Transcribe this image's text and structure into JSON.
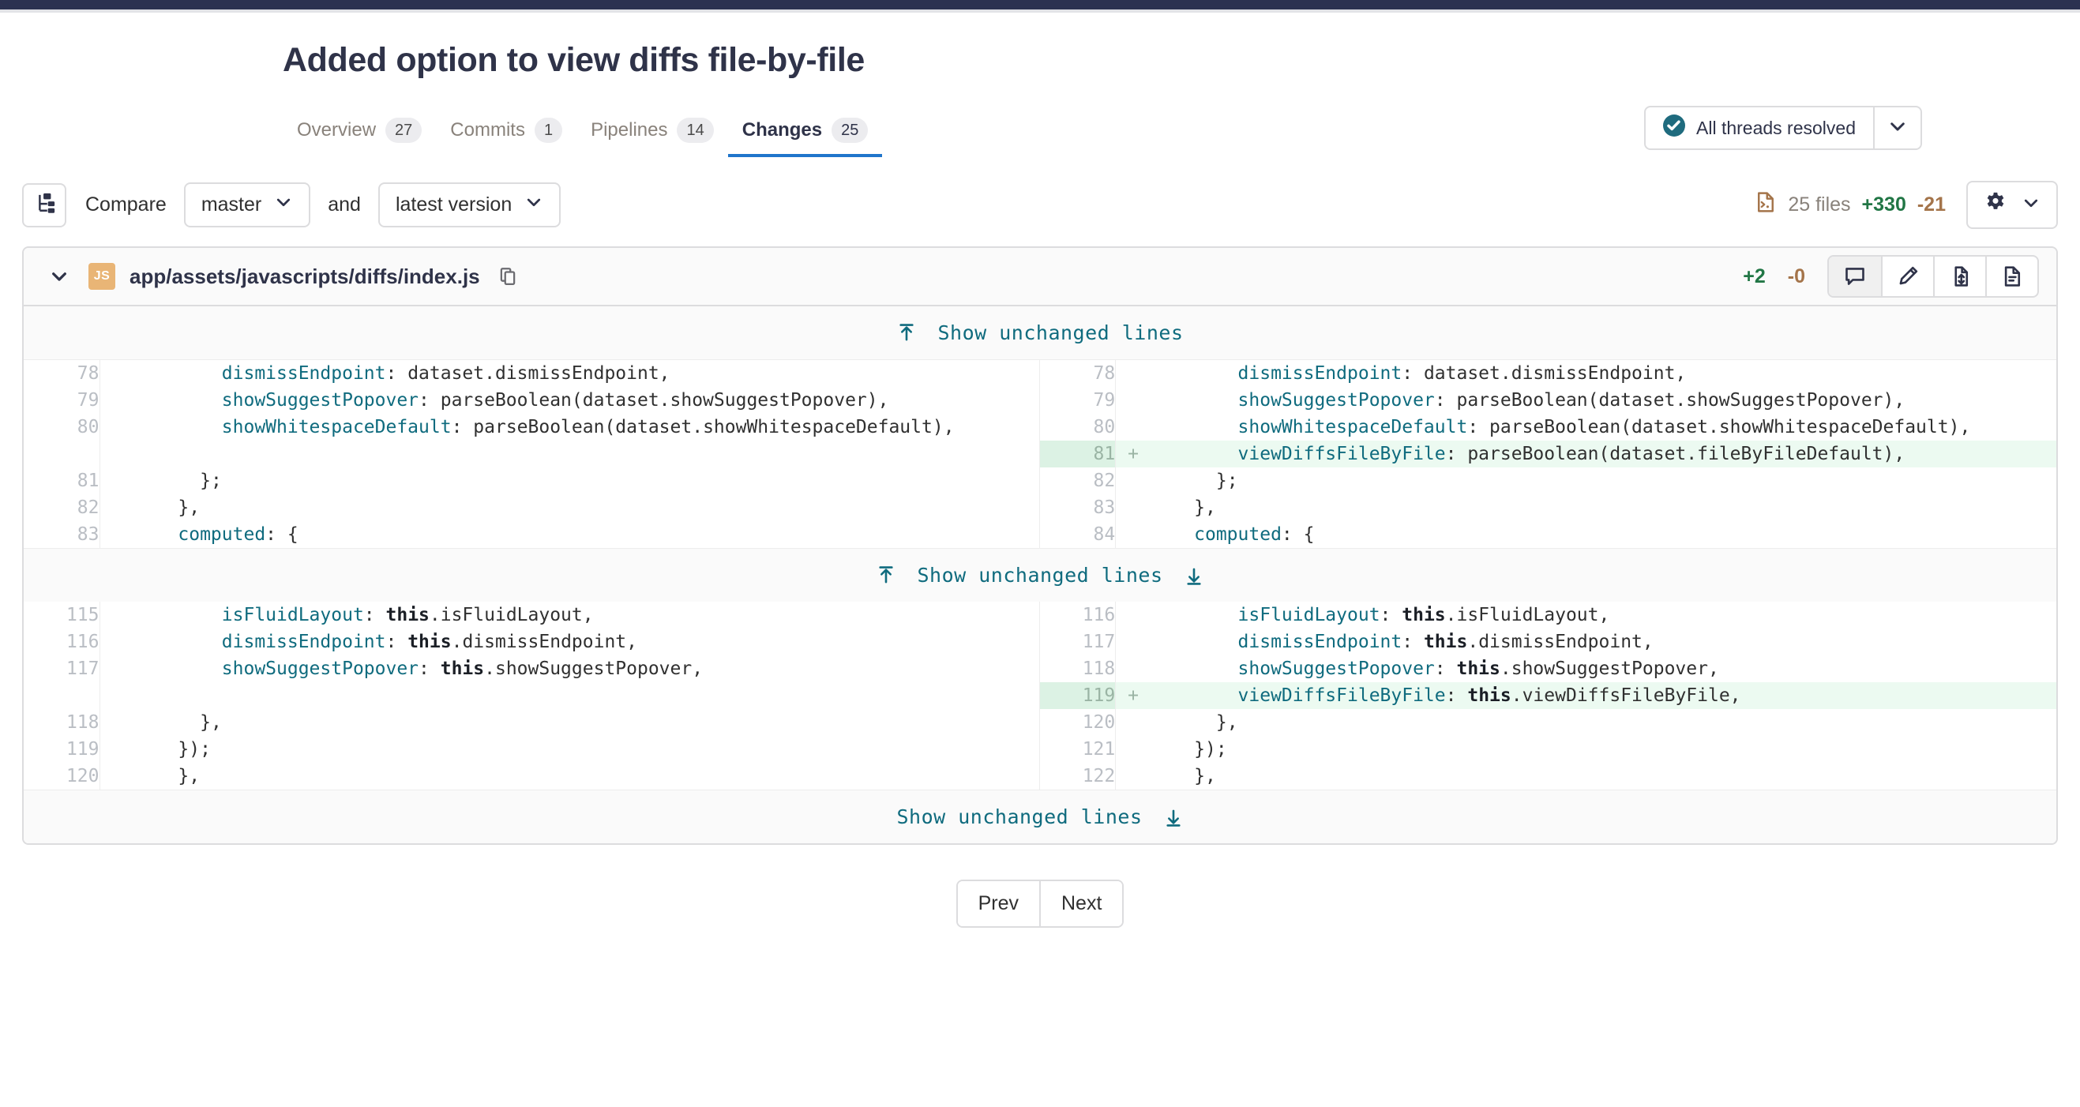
{
  "theme": {
    "navbar_bg": "#2b3150",
    "accent": "#1f75cb",
    "added_bg": "#ecfaf1",
    "added_gutter_bg": "#dcf2e4",
    "addition_color": "#217645",
    "deletion_color": "#a4744a",
    "code_keyword_color": "#0f6b7e"
  },
  "header": {
    "title": "Added option to view diffs file-by-file",
    "tabs": [
      {
        "label": "Overview",
        "count": "27",
        "active": false
      },
      {
        "label": "Commits",
        "count": "1",
        "active": false
      },
      {
        "label": "Pipelines",
        "count": "14",
        "active": false
      },
      {
        "label": "Changes",
        "count": "25",
        "active": true
      }
    ],
    "threads_button": {
      "label": "All threads resolved",
      "icon": "check-circle-icon",
      "caret_icon": "chevron-down-icon"
    }
  },
  "compare_bar": {
    "tree_toggle_icon": "file-tree-icon",
    "compare_label": "Compare",
    "source_version": "master",
    "and_label": "and",
    "target_version": "latest version",
    "files_icon": "file-code-icon",
    "files_count": "25 files",
    "additions": "+330",
    "deletions": "-21",
    "settings_icon": "gear-icon",
    "settings_caret_icon": "chevron-down-icon"
  },
  "diff_file": {
    "collapse_icon": "chevron-down-icon",
    "file_type_badge": "JS",
    "path": "app/assets/javascripts/diffs/index.js",
    "copy_icon": "copy-path-icon",
    "additions": "+2",
    "deletions": "-0",
    "actions": [
      {
        "name": "comment-icon",
        "label": ""
      },
      {
        "name": "edit-pencil-icon",
        "label": ""
      },
      {
        "name": "file-changes-icon",
        "label": ""
      },
      {
        "name": "view-file-icon",
        "label": ""
      }
    ]
  },
  "expand_rows": {
    "label": "Show unchanged lines",
    "up_icon": "arrow-up-to-line-icon",
    "down_icon": "arrow-down-to-line-icon"
  },
  "hunks": [
    {
      "rows": [
        {
          "type": "context",
          "left_num": "78",
          "right_num": "78",
          "sign": "",
          "code": [
            {
              "t": "        ",
              "c": "k-plain"
            },
            {
              "t": "dismissEndpoint",
              "c": "k-prop"
            },
            {
              "t": ": dataset.dismissEndpoint,",
              "c": "k-plain"
            }
          ]
        },
        {
          "type": "context",
          "left_num": "79",
          "right_num": "79",
          "sign": "",
          "code": [
            {
              "t": "        ",
              "c": "k-plain"
            },
            {
              "t": "showSuggestPopover",
              "c": "k-prop"
            },
            {
              "t": ": parseBoolean(dataset.showSuggestPopover),",
              "c": "k-plain"
            }
          ]
        },
        {
          "type": "context",
          "left_num": "80",
          "right_num": "80",
          "sign": "",
          "code": [
            {
              "t": "        ",
              "c": "k-plain"
            },
            {
              "t": "showWhitespaceDefault",
              "c": "k-prop"
            },
            {
              "t": ": parseBoolean(dataset.showWhitespaceDefault),",
              "c": "k-plain"
            }
          ]
        },
        {
          "type": "added_right",
          "left_num": "",
          "right_num": "81",
          "sign": "+",
          "code": [
            {
              "t": "        ",
              "c": "k-plain"
            },
            {
              "t": "viewDiffsFileByFile",
              "c": "k-prop"
            },
            {
              "t": ": parseBoolean(dataset.fileByFileDefault),",
              "c": "k-plain"
            }
          ]
        },
        {
          "type": "context",
          "left_num": "81",
          "right_num": "82",
          "sign": "",
          "code": [
            {
              "t": "      };",
              "c": "k-plain"
            }
          ]
        },
        {
          "type": "context",
          "left_num": "82",
          "right_num": "83",
          "sign": "",
          "code": [
            {
              "t": "    },",
              "c": "k-plain"
            }
          ]
        },
        {
          "type": "context",
          "left_num": "83",
          "right_num": "84",
          "sign": "",
          "code": [
            {
              "t": "    ",
              "c": "k-plain"
            },
            {
              "t": "computed",
              "c": "k-prop"
            },
            {
              "t": ": {",
              "c": "k-plain"
            }
          ]
        }
      ]
    },
    {
      "rows": [
        {
          "type": "context",
          "left_num": "115",
          "right_num": "116",
          "sign": "",
          "code": [
            {
              "t": "        ",
              "c": "k-plain"
            },
            {
              "t": "isFluidLayout",
              "c": "k-prop"
            },
            {
              "t": ": ",
              "c": "k-plain"
            },
            {
              "t": "this",
              "c": "k-this"
            },
            {
              "t": ".isFluidLayout,",
              "c": "k-plain"
            }
          ]
        },
        {
          "type": "context",
          "left_num": "116",
          "right_num": "117",
          "sign": "",
          "code": [
            {
              "t": "        ",
              "c": "k-plain"
            },
            {
              "t": "dismissEndpoint",
              "c": "k-prop"
            },
            {
              "t": ": ",
              "c": "k-plain"
            },
            {
              "t": "this",
              "c": "k-this"
            },
            {
              "t": ".dismissEndpoint,",
              "c": "k-plain"
            }
          ]
        },
        {
          "type": "context",
          "left_num": "117",
          "right_num": "118",
          "sign": "",
          "code": [
            {
              "t": "        ",
              "c": "k-plain"
            },
            {
              "t": "showSuggestPopover",
              "c": "k-prop"
            },
            {
              "t": ": ",
              "c": "k-plain"
            },
            {
              "t": "this",
              "c": "k-this"
            },
            {
              "t": ".showSuggestPopover,",
              "c": "k-plain"
            }
          ]
        },
        {
          "type": "added_right",
          "left_num": "",
          "right_num": "119",
          "sign": "+",
          "code": [
            {
              "t": "        ",
              "c": "k-plain"
            },
            {
              "t": "viewDiffsFileByFile",
              "c": "k-prop"
            },
            {
              "t": ": ",
              "c": "k-plain"
            },
            {
              "t": "this",
              "c": "k-this"
            },
            {
              "t": ".viewDiffsFileByFile,",
              "c": "k-plain"
            }
          ]
        },
        {
          "type": "context",
          "left_num": "118",
          "right_num": "120",
          "sign": "",
          "code": [
            {
              "t": "      },",
              "c": "k-plain"
            }
          ]
        },
        {
          "type": "context",
          "left_num": "119",
          "right_num": "121",
          "sign": "",
          "code": [
            {
              "t": "    });",
              "c": "k-plain"
            }
          ]
        },
        {
          "type": "context",
          "left_num": "120",
          "right_num": "122",
          "sign": "",
          "code": [
            {
              "t": "    },",
              "c": "k-plain"
            }
          ]
        }
      ]
    }
  ],
  "footer": {
    "prev_label": "Prev",
    "next_label": "Next"
  }
}
